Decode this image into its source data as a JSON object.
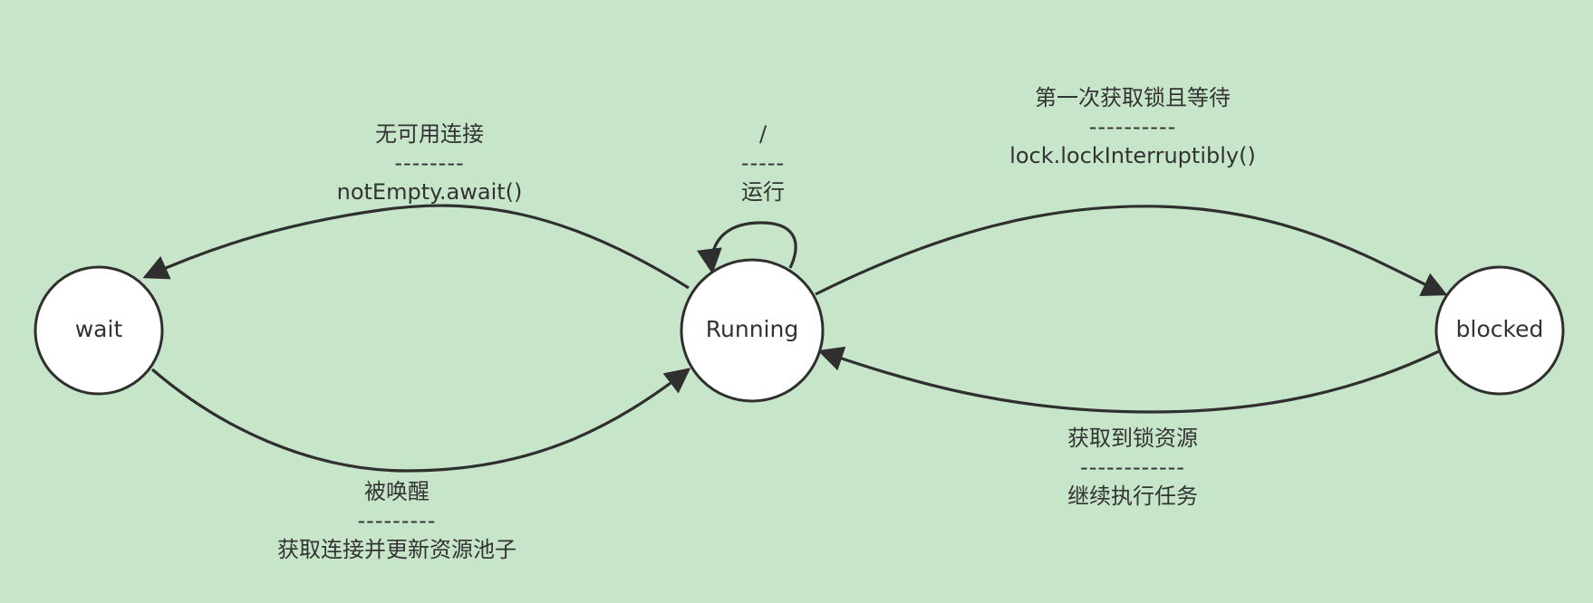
{
  "diagram": {
    "colors": {
      "background": "#c7e6c9",
      "node_fill": "#ffffff",
      "stroke": "#2f2f2f",
      "text": "#333333"
    },
    "nodes": {
      "wait": "wait",
      "running": "Running",
      "blocked": "blocked"
    },
    "edges": {
      "running_to_wait": {
        "title": "无可用连接",
        "divider": "--------",
        "detail": "notEmpty.await()"
      },
      "running_self": {
        "title": "/",
        "divider": "-----",
        "detail": "运行"
      },
      "running_to_blocked": {
        "title": "第一次获取锁且等待",
        "divider": "----------",
        "detail": "lock.lockInterruptibly()"
      },
      "wait_to_running": {
        "title": "被唤醒",
        "divider": "---------",
        "detail": "获取连接并更新资源池子"
      },
      "blocked_to_running": {
        "title": "获取到锁资源",
        "divider": "------------",
        "detail": "继续执行任务"
      }
    }
  }
}
